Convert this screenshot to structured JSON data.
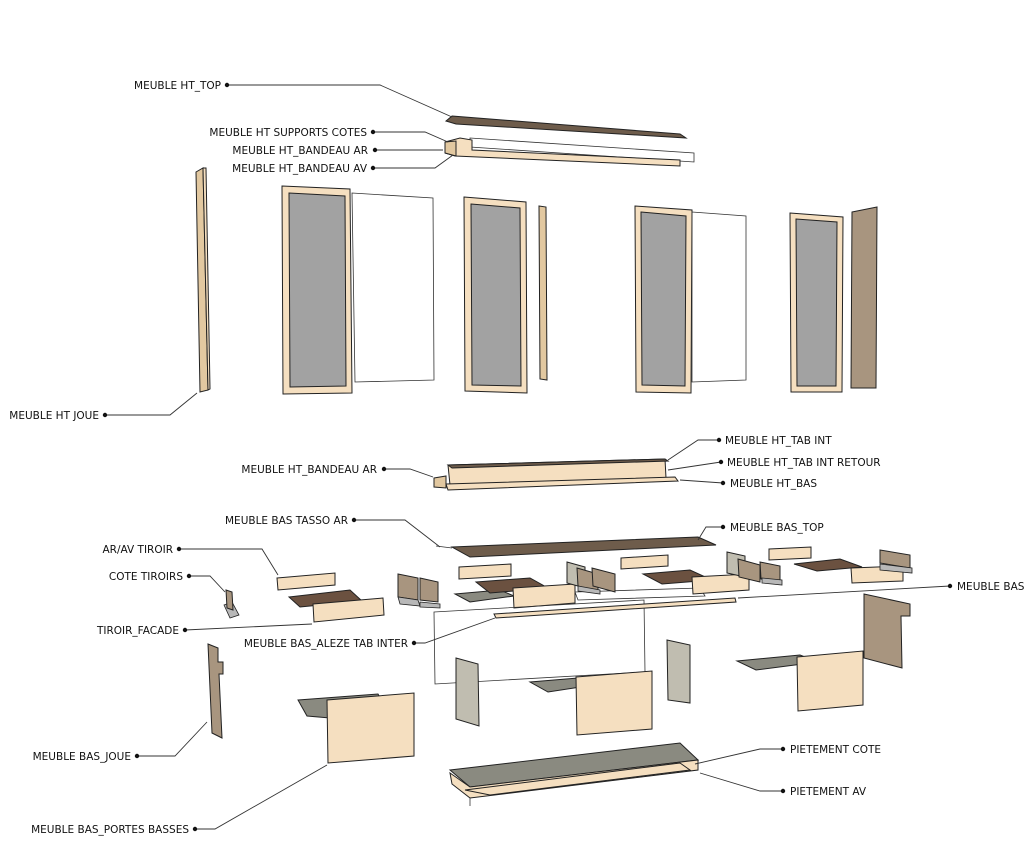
{
  "diagram": {
    "labels": {
      "ht_top": "MEUBLE HT_TOP",
      "ht_supports_cotes": "MEUBLE HT SUPPORTS COTES",
      "ht_bandeau_ar": "MEUBLE HT_BANDEAU AR",
      "ht_bandeau_av": "MEUBLE HT_BANDEAU AV",
      "ht_joue": "MEUBLE HT JOUE",
      "ht_tab_int": "MEUBLE HT_TAB INT",
      "ht_tab_int_retour": "MEUBLE HT_TAB INT RETOUR",
      "ht_bandeau_ar_2": "MEUBLE HT_BANDEAU AR",
      "ht_bas": "MEUBLE HT_BAS",
      "bas_tasso_ar": "MEUBLE BAS TASSO AR",
      "bas_top": "MEUBLE BAS_TOP",
      "ar_av_tiroir": "AR/AV TIROIR",
      "cote_tiroirs": "COTE TIROIRS",
      "bas": "MEUBLE BAS",
      "tiroir_facade": "TIROIR_FACADE",
      "bas_aleze_tab_inter": "MEUBLE BAS_ALEZE TAB INTER",
      "pietement_cote": "PIETEMENT COTE",
      "bas_joue": "MEUBLE BAS_JOUE",
      "pietement_av": "PIETEMENT AV",
      "bas_portes_basses": "MEUBLE BAS_PORTES BASSES"
    }
  }
}
